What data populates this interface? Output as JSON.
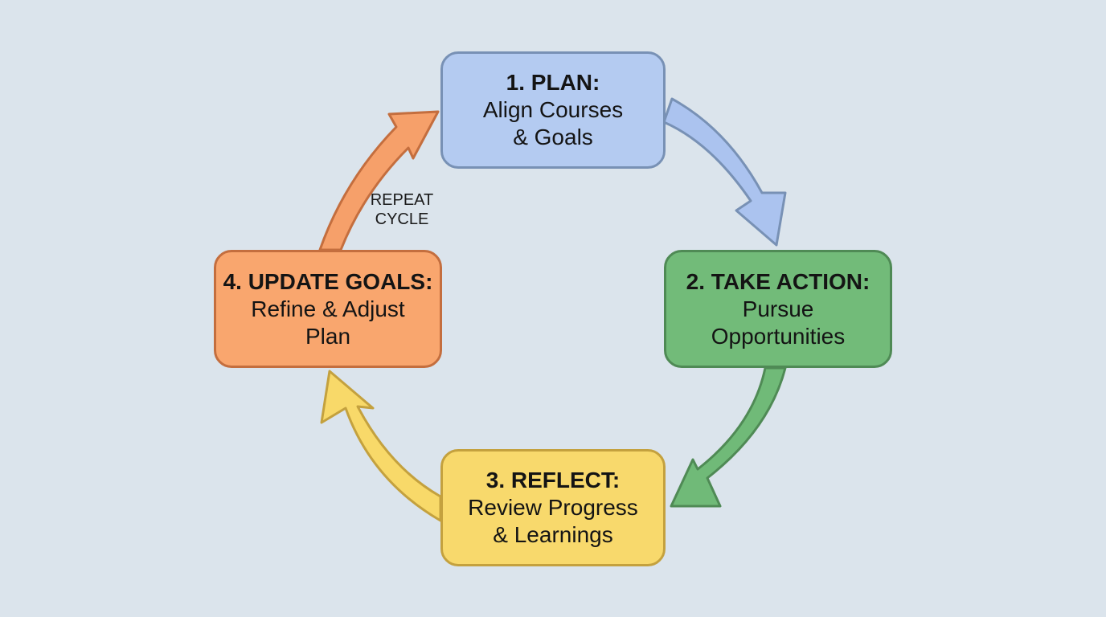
{
  "steps": [
    {
      "title": "1. PLAN:",
      "lines": [
        "Align Courses",
        "& Goals"
      ],
      "fill": "#b4cbf1",
      "stroke": "#7891b5"
    },
    {
      "title": "2. TAKE ACTION:",
      "lines": [
        "Pursue",
        "Opportunities"
      ],
      "fill": "#72bb79",
      "stroke": "#4f8a55"
    },
    {
      "title": "3. REFLECT:",
      "lines": [
        "Review Progress",
        "& Learnings"
      ],
      "fill": "#f8d96c",
      "stroke": "#c4a13e"
    },
    {
      "title": "4. UPDATE GOALS:",
      "lines": [
        "Refine & Adjust",
        "Plan"
      ],
      "fill": "#f9a66e",
      "stroke": "#c46e3e"
    }
  ],
  "arrows": [
    {
      "from": "1. PLAN:",
      "to": "2. TAKE ACTION:",
      "fill": "#abc3ef",
      "stroke": "#7891b5"
    },
    {
      "from": "2. TAKE ACTION:",
      "to": "3. REFLECT:",
      "fill": "#70ba78",
      "stroke": "#4f8a55"
    },
    {
      "from": "3. REFLECT:",
      "to": "4. UPDATE GOALS:",
      "fill": "#f8d969",
      "stroke": "#c4a13e"
    },
    {
      "from": "4. UPDATE GOALS:",
      "to": "1. PLAN:",
      "fill": "#f6a06a",
      "stroke": "#c46e3e"
    }
  ],
  "repeat_label": [
    "REPEAT",
    "CYCLE"
  ]
}
